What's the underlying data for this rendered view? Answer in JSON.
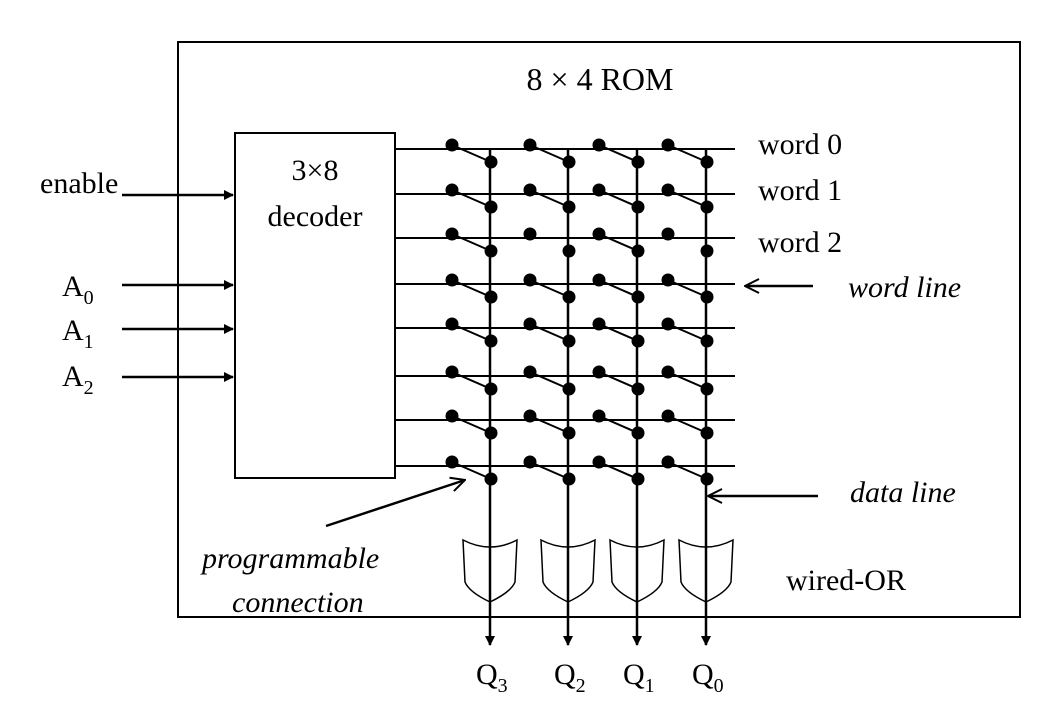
{
  "title": "8 × 4 ROM",
  "decoder": {
    "line1": "3×8",
    "line2": "decoder"
  },
  "inputs": {
    "enable": "enable",
    "address": [
      {
        "base": "A",
        "sub": "0"
      },
      {
        "base": "A",
        "sub": "1"
      },
      {
        "base": "A",
        "sub": "2"
      }
    ]
  },
  "word_labels": [
    "word 0",
    "word 1",
    "word 2"
  ],
  "annotations": {
    "word_line": "word line",
    "data_line": "data line",
    "programmable_line1": "programmable",
    "programmable_line2": "connection",
    "wired_or": "wired-OR"
  },
  "outputs": [
    {
      "base": "Q",
      "sub": "3"
    },
    {
      "base": "Q",
      "sub": "2"
    },
    {
      "base": "Q",
      "sub": "1"
    },
    {
      "base": "Q",
      "sub": "0"
    }
  ],
  "connection_matrix": {
    "columns": [
      "Q3",
      "Q2",
      "Q1",
      "Q0"
    ],
    "rows": [
      [
        1,
        1,
        1,
        1
      ],
      [
        1,
        1,
        1,
        1
      ],
      [
        1,
        0,
        1,
        0
      ],
      [
        1,
        1,
        1,
        1
      ],
      [
        1,
        1,
        1,
        1
      ],
      [
        1,
        1,
        1,
        1
      ],
      [
        1,
        1,
        1,
        1
      ],
      [
        1,
        1,
        1,
        1
      ]
    ]
  }
}
